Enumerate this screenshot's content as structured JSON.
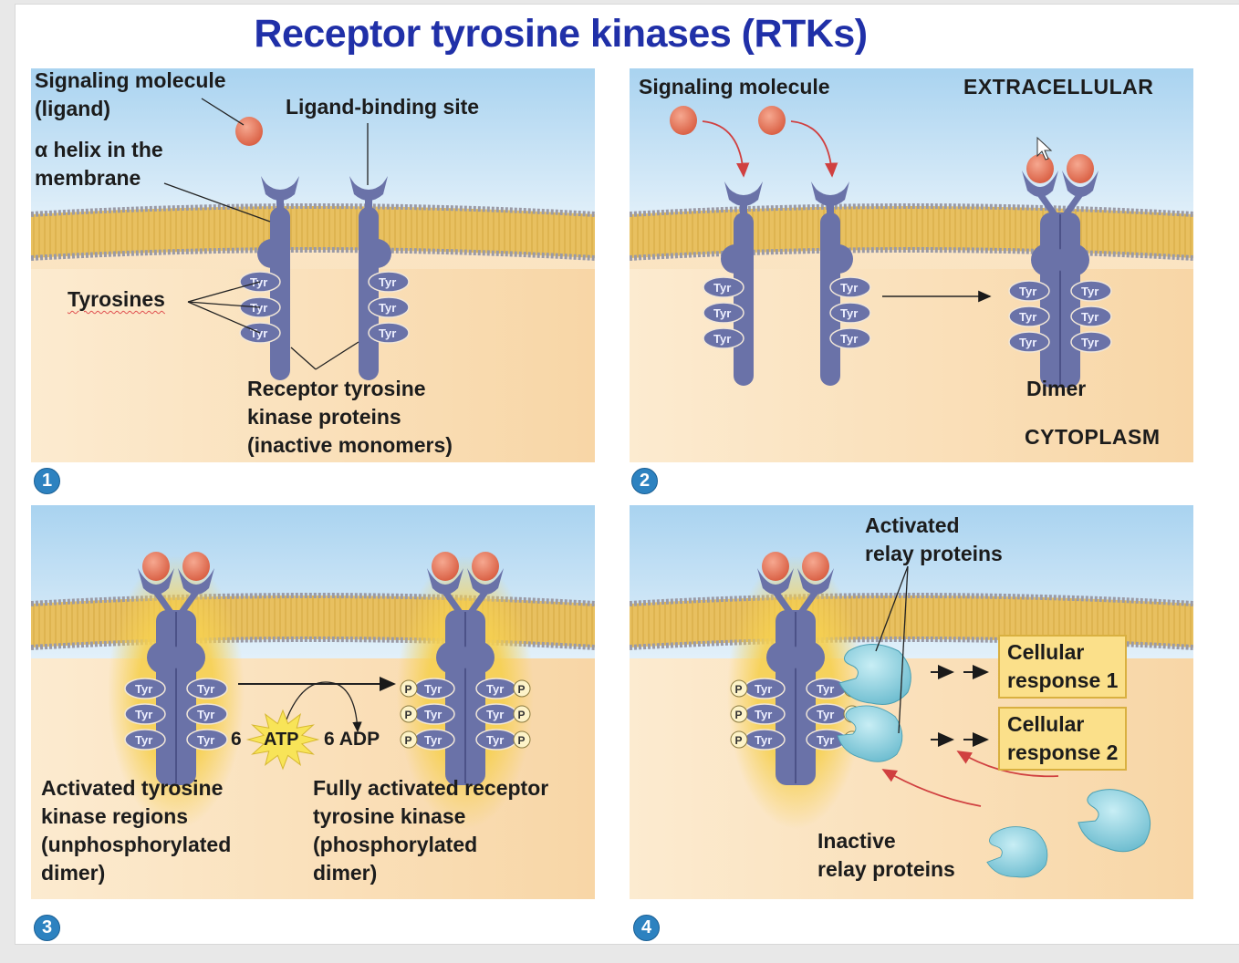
{
  "title": "Receptor tyrosine kinases (RTKs)",
  "colors": {
    "title": "#2030a8",
    "extracellular_top": "#a9d3f0",
    "cytoplasm": "#f8d8a8",
    "membrane": "#e8c060",
    "receptor": "#6a72a8",
    "ligand": "#e87050",
    "relay_protein": "#7cc8d8",
    "step_badge": "#2d82c0",
    "response_box": "#fbe08a",
    "arrow_red": "#d04040"
  },
  "panels": [
    {
      "step": "1",
      "labels": {
        "signaling_molecule": "Signaling molecule\n(ligand)",
        "ligand_binding_site": "Ligand-binding site",
        "alpha_helix": "α helix in the\nmembrane",
        "tyrosines": "Tyrosines",
        "receptor_proteins": "Receptor tyrosine\nkinase proteins\n(inactive monomers)"
      },
      "tyr_label": "Tyr"
    },
    {
      "step": "2",
      "labels": {
        "signaling_molecule": "Signaling molecule",
        "extracellular": "EXTRACELLULAR",
        "dimer": "Dimer",
        "cytoplasm": "CYTOPLASM"
      },
      "tyr_label": "Tyr"
    },
    {
      "step": "3",
      "labels": {
        "atp_count": "6",
        "atp": "ATP",
        "adp": "6 ADP",
        "activated_regions": "Activated tyrosine\nkinase regions\n(unphosphorylated\ndimer)",
        "fully_activated": "Fully activated receptor\ntyrosine kinase\n(phosphorylated\ndimer)"
      },
      "tyr_label": "Tyr",
      "phosphate_label": "P"
    },
    {
      "step": "4",
      "labels": {
        "activated_relay": "Activated\nrelay proteins",
        "response_1": "Cellular\nresponse 1",
        "response_2": "Cellular\nresponse 2",
        "inactive_relay": "Inactive\nrelay proteins"
      },
      "tyr_label": "Tyr",
      "phosphate_label": "P"
    }
  ]
}
